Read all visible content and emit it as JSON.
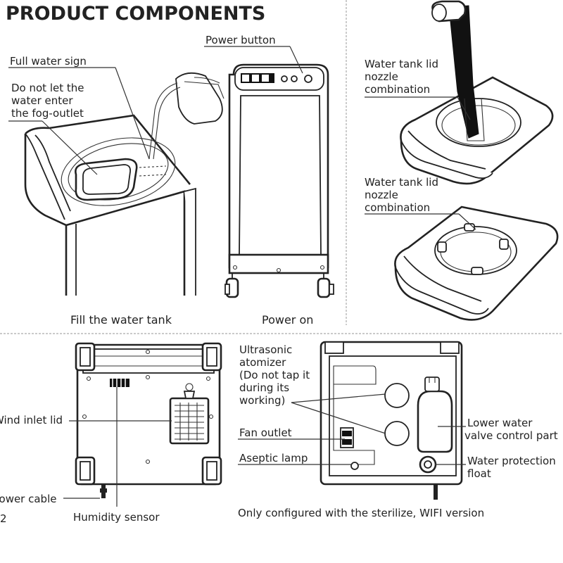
{
  "title": "PRODUCT COMPONENTS",
  "page_number": "2",
  "labels": {
    "full_water_sign": "Full water sign",
    "fog_outlet_line1": "Do not let the",
    "fog_outlet_line2": "water enter",
    "fog_outlet_line3": "the fog-outlet",
    "power_button": "Power button",
    "lid_nozzle_1_line1": "Water tank lid",
    "lid_nozzle_1_line2": "nozzle",
    "lid_nozzle_1_line3": "combination",
    "lid_nozzle_2_line1": "Water tank lid",
    "lid_nozzle_2_line2": "nozzle",
    "lid_nozzle_2_line3": "combination",
    "wind_inlet_lid": "Wind inlet lid",
    "power_cable": "Power cable",
    "humidity_sensor": "Humidity sensor",
    "ultrasonic_line1": "Ultrasonic",
    "ultrasonic_line2": "atomizer",
    "ultrasonic_line3": "(Do not tap it",
    "ultrasonic_line4": "during its",
    "ultrasonic_line5": "working)",
    "fan_outlet": "Fan outlet",
    "aseptic_lamp": "Aseptic lamp",
    "lower_water_line1": "Lower water",
    "lower_water_line2": "valve control part",
    "water_protection_line1": "Water protection",
    "water_protection_line2": "float",
    "footnote": "Only configured with the sterilize, WIFI version"
  },
  "captions": {
    "fill_tank": "Fill the water tank",
    "power_on": "Power on"
  }
}
